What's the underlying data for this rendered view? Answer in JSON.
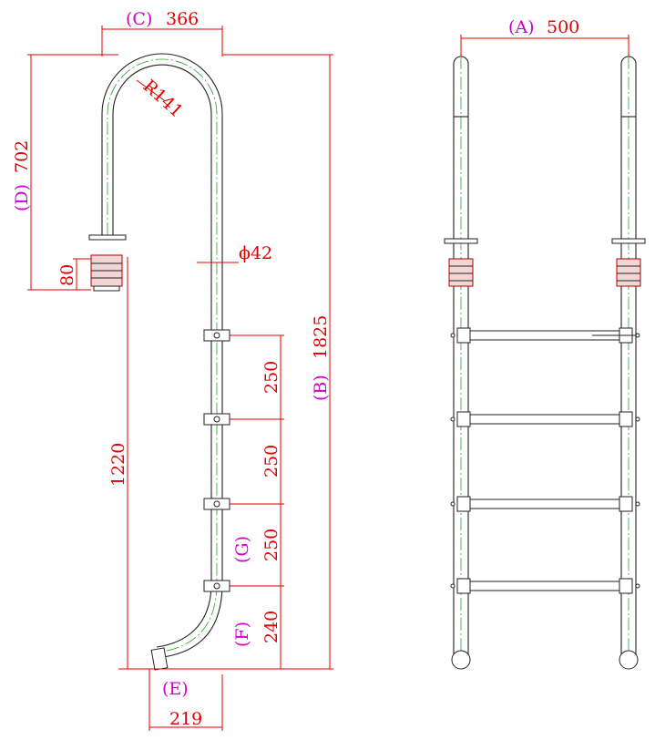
{
  "side_view": {
    "top_width": "366",
    "top_width_tag": "(C)",
    "bend_radius": "R141",
    "height_above": "702",
    "height_above_tag": "(D)",
    "flange_height": "80",
    "pipe_diameter": "ϕ42",
    "total_height": "1825",
    "total_height_tag": "(B)",
    "lower_height": "1220",
    "step_gap_1": "250",
    "step_gap_2": "250",
    "step_gap_3": "250",
    "step_gap_3_tag": "(G)",
    "bottom_gap": "240",
    "bottom_gap_tag": "(F)",
    "foot_width": "219",
    "foot_width_tag": "(E)"
  },
  "front_view": {
    "width": "500",
    "width_tag": "(A)"
  },
  "colors": {
    "dimension": "#e00000",
    "tag": "#d000d0",
    "outline": "#222222",
    "centerline": "#2aa02a"
  }
}
